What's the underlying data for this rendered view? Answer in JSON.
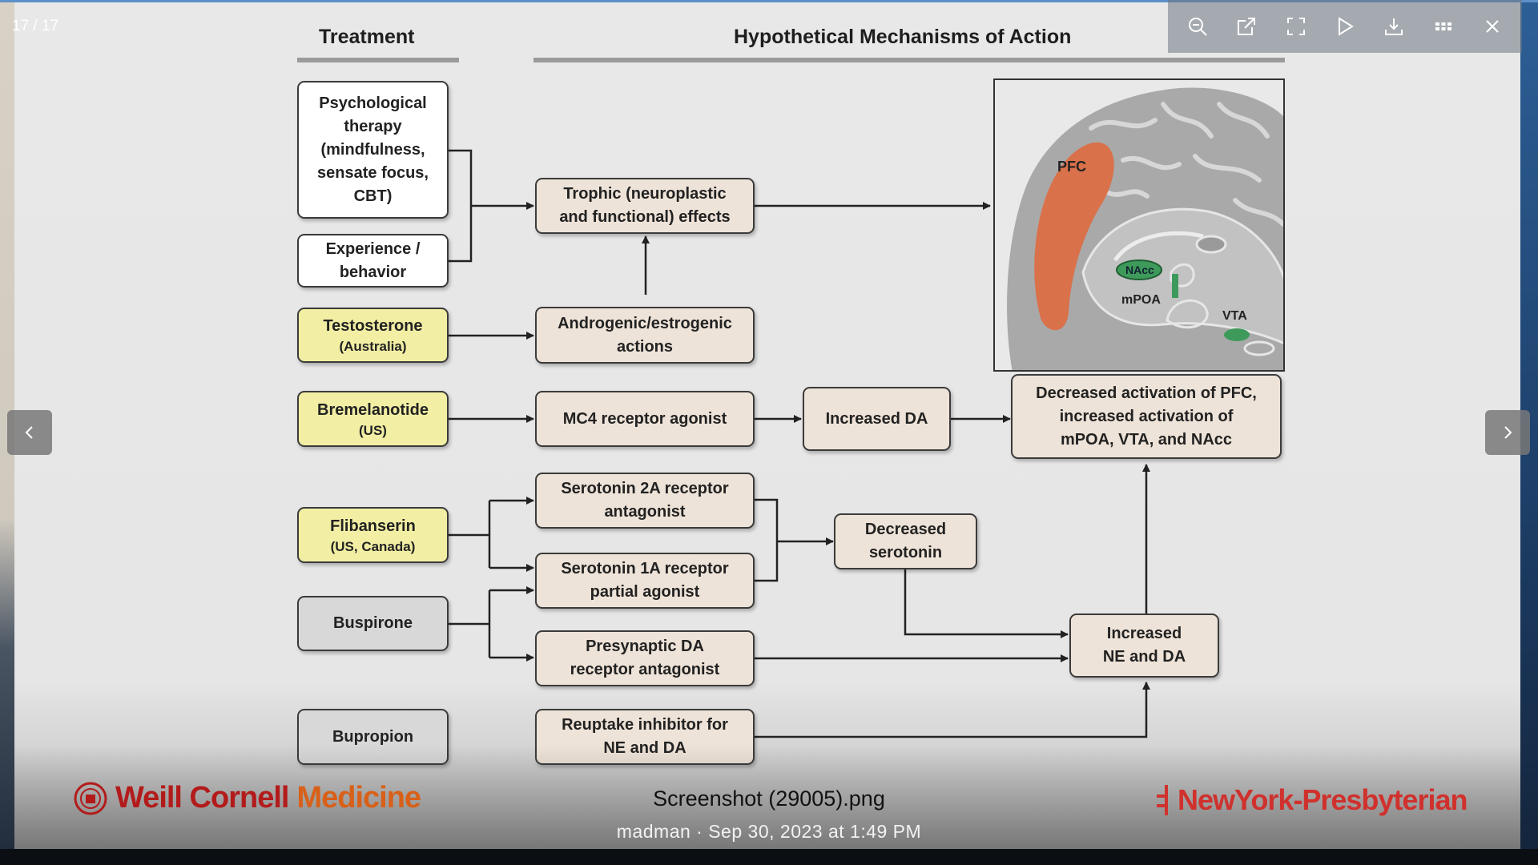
{
  "viewer": {
    "counter": "17 / 17",
    "caption": "Screenshot (29005).png",
    "meta": "madman · Sep 30, 2023 at 1:49 PM",
    "toolbar": [
      "zoom-out-icon",
      "open-external-icon",
      "fullscreen-icon",
      "play-icon",
      "download-icon",
      "grid-icon",
      "close-icon"
    ]
  },
  "slide": {
    "headers": {
      "treatment": "Treatment",
      "mechanisms": "Hypothetical Mechanisms of Action"
    },
    "treatments": {
      "psych": [
        "Psychological",
        "therapy",
        "(mindfulness,",
        "sensate focus,",
        "CBT)"
      ],
      "experience": [
        "Experience /",
        "behavior"
      ],
      "testosterone": {
        "name": "Testosterone",
        "region": "(Australia)"
      },
      "bremelanotide": {
        "name": "Bremelanotide",
        "region": "(US)"
      },
      "flibanserin": {
        "name": "Flibanserin",
        "region": "(US, Canada)"
      },
      "buspirone": "Buspirone",
      "bupropion": "Bupropion"
    },
    "mechanisms": {
      "trophic": [
        "Trophic (neuroplastic",
        "and functional) effects"
      ],
      "androgenic": [
        "Androgenic/estrogenic",
        "actions"
      ],
      "mc4": "MC4 receptor agonist",
      "increased_da": "Increased DA",
      "ht2a": [
        "Serotonin 2A receptor",
        "antagonist"
      ],
      "ht1a": [
        "Serotonin 1A receptor",
        "partial agonist"
      ],
      "presynaptic": [
        "Presynaptic DA",
        "receptor antagonist"
      ],
      "reuptake": [
        "Reuptake inhibitor for",
        "NE and DA"
      ],
      "decreased_serotonin": [
        "Decreased",
        "serotonin"
      ],
      "ne_da": [
        "Increased",
        "NE and DA"
      ],
      "activation": [
        "Decreased activation of PFC,",
        "increased activation of",
        "mPOA, VTA, and NAcc"
      ]
    },
    "brain_labels": {
      "pfc": "PFC",
      "nacc": "NAcc",
      "mpoa": "mPOA",
      "vta": "VTA"
    },
    "colors": {
      "pfc": "#d9714a",
      "nacc": "#3e9a5a",
      "yellow_box": "#f2efa4",
      "tan_box": "#eee3d8",
      "gray_box": "#d8d8d8"
    }
  },
  "footer": {
    "wcm": {
      "name": "Weill Cornell",
      "accent": "Medicine"
    },
    "nyp": "NewYork-Presbyterian"
  }
}
